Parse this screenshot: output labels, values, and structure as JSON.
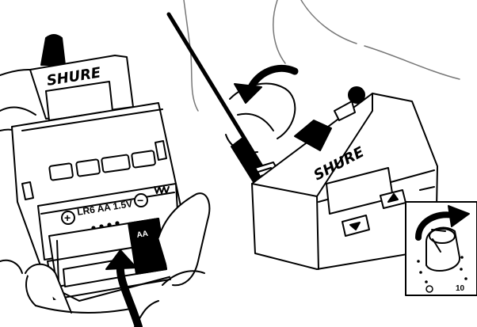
{
  "receiver": {
    "brand": "SHURE",
    "battery_label": "LR6 AA 1.5V",
    "plus_symbol": "+",
    "minus_symbol": "−",
    "battery_text": "AA"
  },
  "transmitter": {
    "brand": "SHURE"
  },
  "knob_inset": {
    "min_mark": "O",
    "max_mark": "10"
  },
  "icons": [
    "rotate-arrow-icon",
    "insert-arrow-icon",
    "clockwise-arrow-icon"
  ]
}
